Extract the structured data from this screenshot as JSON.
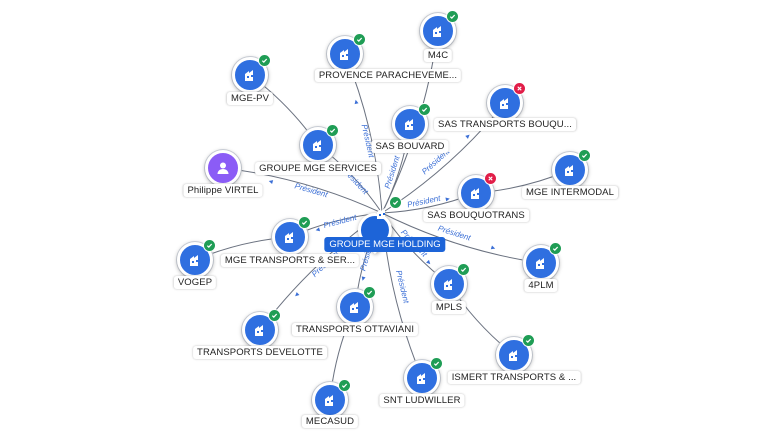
{
  "center": {
    "label": "GROUPE MGE HOLDING",
    "icon": "building-icon",
    "status": "ok"
  },
  "edge_role": "Président",
  "nodes": [
    {
      "id": "m4c",
      "label": "M4C",
      "icon": "building-icon",
      "status": "ok"
    },
    {
      "id": "provence",
      "label": "PROVENCE PARACHEVEME...",
      "icon": "building-icon",
      "status": "ok"
    },
    {
      "id": "mgepv",
      "label": "MGE-PV",
      "icon": "building-icon",
      "status": "ok"
    },
    {
      "id": "sas_transports_bouqu",
      "label": "SAS TRANSPORTS BOUQU...",
      "icon": "building-icon",
      "status": "ko"
    },
    {
      "id": "sas_bouvard",
      "label": "SAS BOUVARD",
      "icon": "building-icon",
      "status": "ok"
    },
    {
      "id": "groupe_mge_services",
      "label": "GROUPE MGE SERVICES",
      "icon": "building-icon",
      "status": "ok"
    },
    {
      "id": "philippe",
      "label": "Philippe VIRTEL",
      "icon": "person-icon",
      "status": "none"
    },
    {
      "id": "mge_intermodal",
      "label": "MGE INTERMODAL",
      "icon": "building-icon",
      "status": "ok"
    },
    {
      "id": "sas_bouquotrans",
      "label": "SAS BOUQUOTRANS",
      "icon": "building-icon",
      "status": "ko"
    },
    {
      "id": "mge_transports_ser",
      "label": "MGE TRANSPORTS & SER...",
      "icon": "building-icon",
      "status": "ok"
    },
    {
      "id": "vogep",
      "label": "VOGEP",
      "icon": "building-icon",
      "status": "ok"
    },
    {
      "id": "4plm",
      "label": "4PLM",
      "icon": "building-icon",
      "status": "ok"
    },
    {
      "id": "mpls",
      "label": "MPLS",
      "icon": "building-icon",
      "status": "ok"
    },
    {
      "id": "transports_ottaviani",
      "label": "TRANSPORTS OTTAVIANI",
      "icon": "building-icon",
      "status": "ok"
    },
    {
      "id": "transports_develotte",
      "label": "TRANSPORTS DEVELOTTE",
      "icon": "building-icon",
      "status": "ok"
    },
    {
      "id": "ismert",
      "label": "ISMERT TRANSPORTS & ...",
      "icon": "building-icon",
      "status": "ok"
    },
    {
      "id": "snt_ludwiller",
      "label": "SNT LUDWILLER",
      "icon": "building-icon",
      "status": "ok"
    },
    {
      "id": "mecasud",
      "label": "MECASUD",
      "icon": "building-icon",
      "status": "ok"
    }
  ],
  "edges": [
    {
      "from": "center",
      "to": "m4c"
    },
    {
      "from": "center",
      "to": "provence",
      "role": "Président"
    },
    {
      "from": "center",
      "to": "groupe_mge_services",
      "role": "Président"
    },
    {
      "from": "groupe_mge_services",
      "to": "mgepv"
    },
    {
      "from": "center",
      "to": "sas_transports_bouqu",
      "role": "Président"
    },
    {
      "from": "center",
      "to": "sas_bouvard",
      "role": "Président"
    },
    {
      "from": "center",
      "to": "philippe",
      "role": "Président"
    },
    {
      "from": "center",
      "to": "sas_bouquotrans",
      "role": "Président"
    },
    {
      "from": "sas_bouquotrans",
      "to": "mge_intermodal"
    },
    {
      "from": "center",
      "to": "mge_transports_ser",
      "role": "Président"
    },
    {
      "from": "mge_transports_ser",
      "to": "vogep"
    },
    {
      "from": "center",
      "to": "4plm",
      "role": "Président"
    },
    {
      "from": "center",
      "to": "mpls",
      "role": "Président"
    },
    {
      "from": "mpls",
      "to": "ismert"
    },
    {
      "from": "center",
      "to": "transports_ottaviani",
      "role": "Président"
    },
    {
      "from": "transports_ottaviani",
      "to": "mecasud"
    },
    {
      "from": "center",
      "to": "transports_develotte",
      "role": "Président"
    },
    {
      "from": "center",
      "to": "snt_ludwiller",
      "role": "Président"
    }
  ]
}
